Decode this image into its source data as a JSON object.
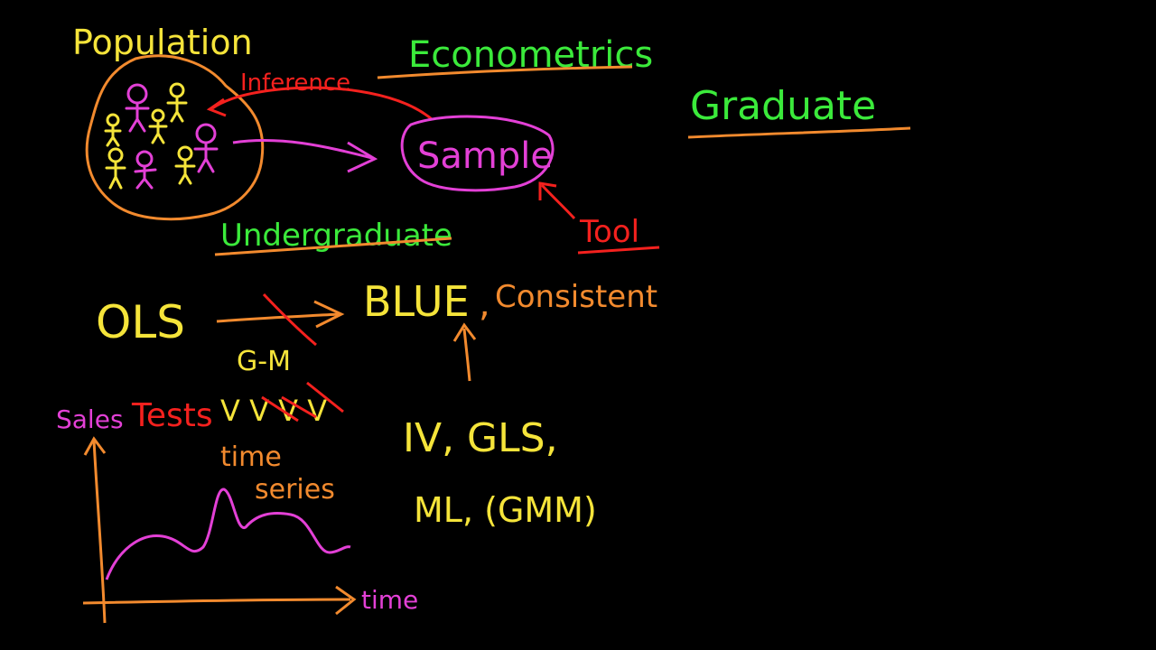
{
  "labels": {
    "population": "Population",
    "econometrics": "Econometrics",
    "inference": "Inference",
    "sample": "Sample",
    "tool": "Tool",
    "undergraduate": "Undergraduate",
    "graduate": "Graduate",
    "ols": "OLS",
    "blue": "BLUE",
    "comma1": ",",
    "consistent": "Consistent",
    "gm": "G-M",
    "sales": "Sales",
    "tests": "Tests",
    "checks": "V V V V",
    "time_series_1": "time",
    "time_series_2": "series",
    "iv_gls": "IV, GLS,",
    "ml_gmm": "ML, (GMM)",
    "time_axis": "time"
  },
  "colors": {
    "background": "#000000",
    "yellow": "#f5e43a",
    "green": "#3bea3b",
    "orange": "#f28a2e",
    "red": "#f4211e",
    "magenta": "#e340d6"
  }
}
